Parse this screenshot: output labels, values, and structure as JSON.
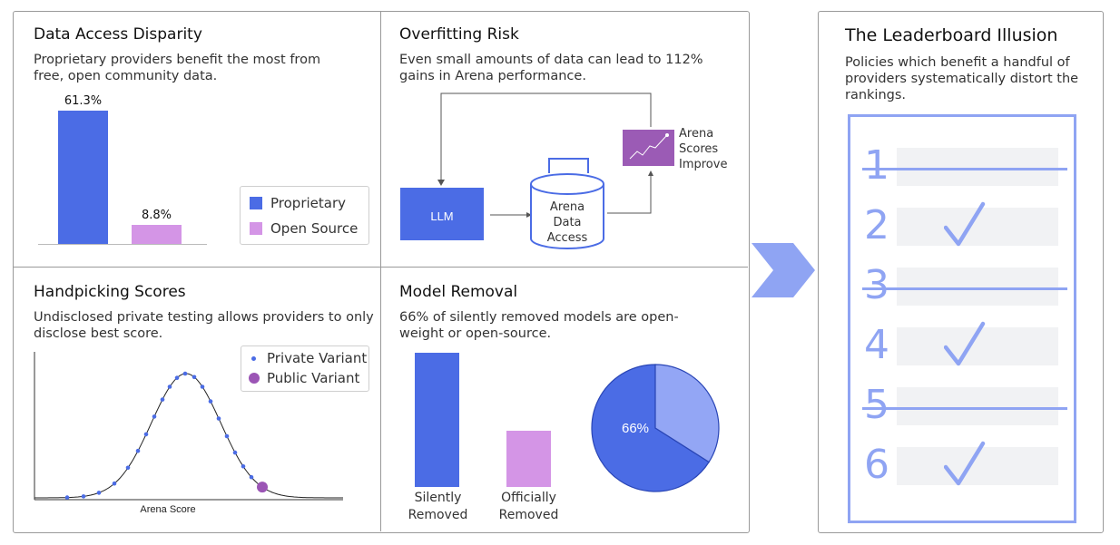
{
  "panels": {
    "data_access": {
      "title": "Data Access Disparity",
      "description": "Proprietary providers benefit the most from free, open community data.",
      "chart_data": {
        "type": "bar",
        "categories": [
          "Proprietary",
          "Open Source"
        ],
        "values": [
          61.3,
          8.8
        ],
        "value_labels": [
          "61.3%",
          "8.8%"
        ],
        "colors": [
          "#4b6ce5",
          "#d495e6"
        ],
        "legend": [
          "Proprietary",
          "Open Source"
        ],
        "legend_position": "right"
      }
    },
    "overfitting": {
      "title": "Overfitting Risk",
      "description": "Even small amounts of data can lead to 112% gains in Arena performance.",
      "nodes": {
        "llm": "LLM",
        "arena_data_access": [
          "Arena",
          "Data",
          "Access"
        ],
        "arena_scores_improve": [
          "Arena",
          "Scores",
          "Improve"
        ]
      }
    },
    "handpicking": {
      "title": "Handpicking Scores",
      "description": "Undisclosed private testing allows providers to only disclose best score.",
      "legend": {
        "private": "Private Variant",
        "public": "Public Variant"
      },
      "xlabel": "Arena Score",
      "colors": {
        "private": "#4b6ce5",
        "public": "#9b55b5"
      }
    },
    "model_removal": {
      "title": "Model Removal",
      "description": "66% of silently removed models are open-weight or open-source.",
      "chart_data": [
        {
          "type": "bar",
          "categories": [
            [
              "Silently",
              "Removed"
            ],
            [
              "Officially",
              "Removed"
            ]
          ],
          "values": [
            1.0,
            0.42
          ],
          "colors": [
            "#4b6ce5",
            "#d495e6"
          ]
        },
        {
          "type": "pie",
          "slices": [
            66,
            34
          ],
          "slice_label": "66%",
          "colors": [
            "#4b6ce5",
            "#93a6f5"
          ]
        }
      ]
    }
  },
  "leaderboard": {
    "title": "The Leaderboard Illusion",
    "description": "Policies which benefit a handful of providers systematically distort the rankings.",
    "rows": [
      {
        "num": "1",
        "status": "struck"
      },
      {
        "num": "2",
        "status": "checked"
      },
      {
        "num": "3",
        "status": "struck"
      },
      {
        "num": "4",
        "status": "checked"
      },
      {
        "num": "5",
        "status": "struck"
      },
      {
        "num": "6",
        "status": "checked"
      }
    ],
    "accent": "#8fa4f3"
  },
  "arrow_color": "#8fa4f3"
}
